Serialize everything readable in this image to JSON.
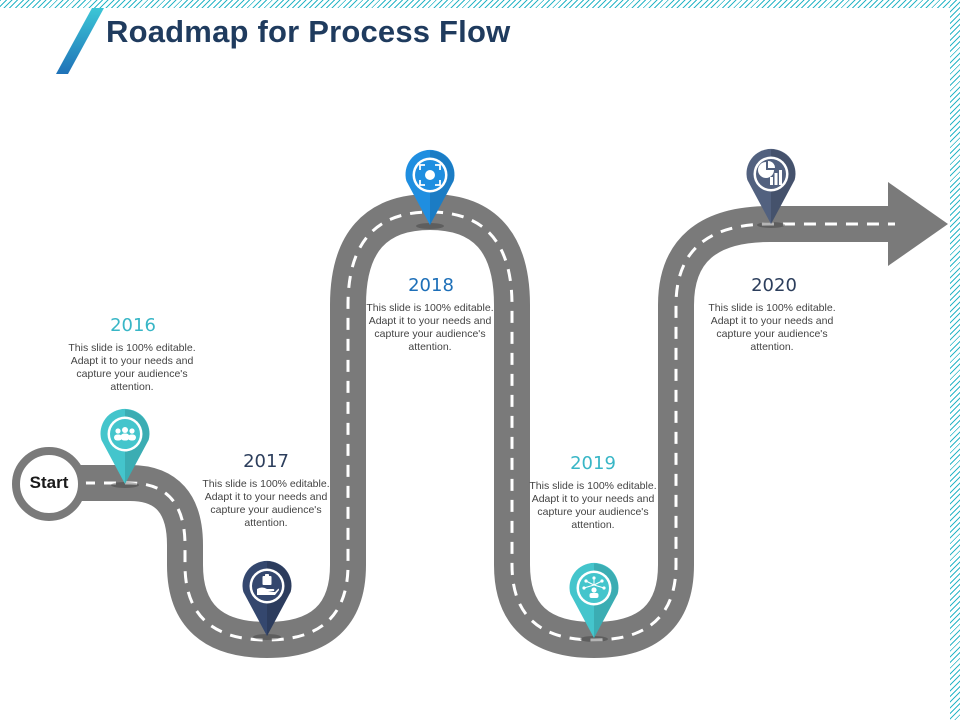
{
  "title": "Roadmap for Process Flow",
  "start_label": "Start",
  "colors": {
    "title": "#1f3b5e",
    "road": "#7a7a7a",
    "teal": "#44c5cc",
    "navy": "#34476e",
    "blue": "#1f8ee0",
    "slate": "#52617f"
  },
  "milestones": [
    {
      "year": "2016",
      "text": "This slide is 100% editable.  Adapt it to your needs and capture your audience's attention.",
      "icon": "team-icon",
      "year_color": "#38b6c6"
    },
    {
      "year": "2017",
      "text": "This slide is 100% editable.  Adapt it to your needs and capture your audience's attention.",
      "icon": "hand-briefcase-icon",
      "year_color": "#2c3e5c"
    },
    {
      "year": "2018",
      "text": "This slide is 100% editable.  Adapt it to your needs and capture your audience's attention.",
      "icon": "focus-target-icon",
      "year_color": "#1d6fb8"
    },
    {
      "year": "2019",
      "text": "This slide is 100% editable.  Adapt it to your needs and capture your audience's attention.",
      "icon": "network-person-icon",
      "year_color": "#38b6c6"
    },
    {
      "year": "2020",
      "text": "This slide is 100% editable.  Adapt it to your needs and capture your audience's attention.",
      "icon": "pie-bar-chart-icon",
      "year_color": "#2c3e5c"
    }
  ]
}
